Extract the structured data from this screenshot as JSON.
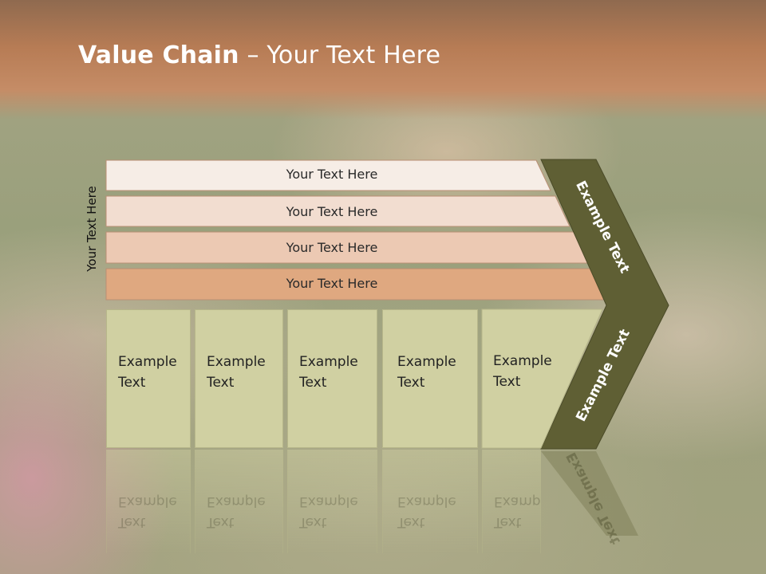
{
  "slide": {
    "title_bold": "Value Chain",
    "title_rest": " – Your Text Here",
    "side_label": "Your Text Here",
    "bars": [
      {
        "label": "Your Text Here",
        "color": "#f6ede6"
      },
      {
        "label": "Your Text Here",
        "color": "#f2ddd0"
      },
      {
        "label": "Your Text Here",
        "color": "#ecc9b3"
      },
      {
        "label": "Your Text Here",
        "color": "#dfa880"
      }
    ],
    "boxes": [
      {
        "line1": "Example",
        "line2": "Text"
      },
      {
        "line1": "Example",
        "line2": "Text"
      },
      {
        "line1": "Example",
        "line2": "Text"
      },
      {
        "line1": "Example",
        "line2": "Text"
      },
      {
        "line1": "Example",
        "line2": "Text"
      }
    ],
    "chevron_top": "Example Text",
    "chevron_bottom": "Example Text",
    "colors": {
      "chevron": "#5f5f34",
      "box_fill": "#d0d0a2",
      "title_band": "#b77c55"
    }
  }
}
